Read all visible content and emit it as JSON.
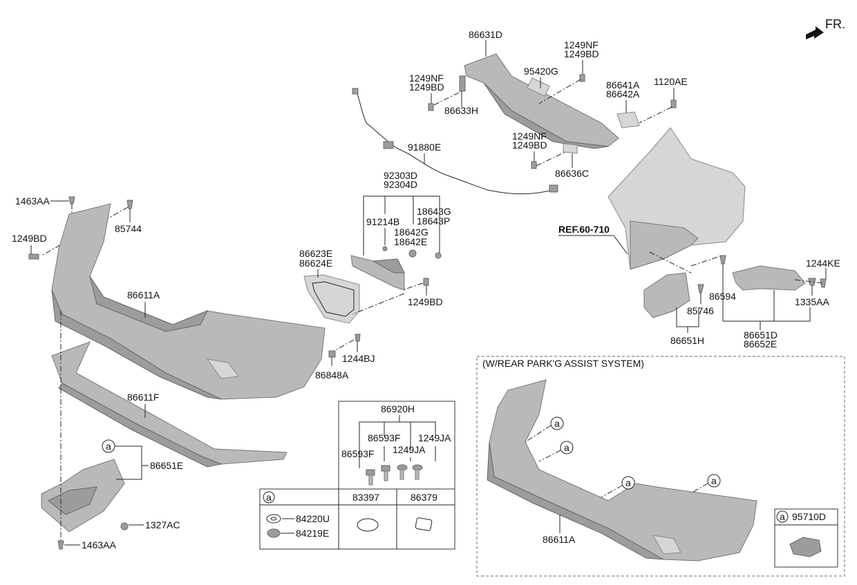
{
  "fr_label": "FR.",
  "ref_label": "REF.60-710",
  "labels": {
    "p86631D": "86631D",
    "p1249NF_a": "1249NF",
    "p1249BD_a": "1249BD",
    "p95420G": "95420G",
    "p1249NF_b": "1249NF",
    "p1249BD_b": "1249BD",
    "p86633H": "86633H",
    "p86641A": "86641A",
    "p86642A": "86642A",
    "p1120AE": "1120AE",
    "p91880E": "91880E",
    "p1249NF_c": "1249NF",
    "p1249BD_c": "1249BD",
    "p86636C": "86636C",
    "p92303D": "92303D",
    "p92304D": "92304D",
    "p91214B": "91214B",
    "p18643G": "18643G",
    "p18643P": "18643P",
    "p18642G": "18642G",
    "p18642E": "18642E",
    "p86623E": "86623E",
    "p86624E": "86624E",
    "p1249BD_d": "1249BD",
    "p1463AA_top": "1463AA",
    "p85744": "85744",
    "p1249BD_left": "1249BD",
    "p86611A": "86611A",
    "p1244BJ": "1244BJ",
    "p86848A": "86848A",
    "p86611F": "86611F",
    "p86651E": "86651E",
    "p1327AC": "1327AC",
    "p1463AA_bot": "1463AA",
    "p86594": "86594",
    "p85746": "85746",
    "p1244KE": "1244KE",
    "p1335AA": "1335AA",
    "p86651H": "86651H",
    "p86651D": "86651D",
    "p86652E": "86652E"
  },
  "bolt_kit": {
    "title": "86920H",
    "items": [
      "86593F",
      "86593F",
      "1249JA",
      "1249JA"
    ]
  },
  "parts_table": {
    "header_symbol": "a",
    "col2": "83397",
    "col3": "86379",
    "row1": "84220U",
    "row2": "84219E"
  },
  "option_box": {
    "title": "(W/REAR PARK'G ASSIST SYSTEM)",
    "part_label": "86611A",
    "marker": "a",
    "sensor_label": "95710D"
  },
  "marker_symbol": "a"
}
